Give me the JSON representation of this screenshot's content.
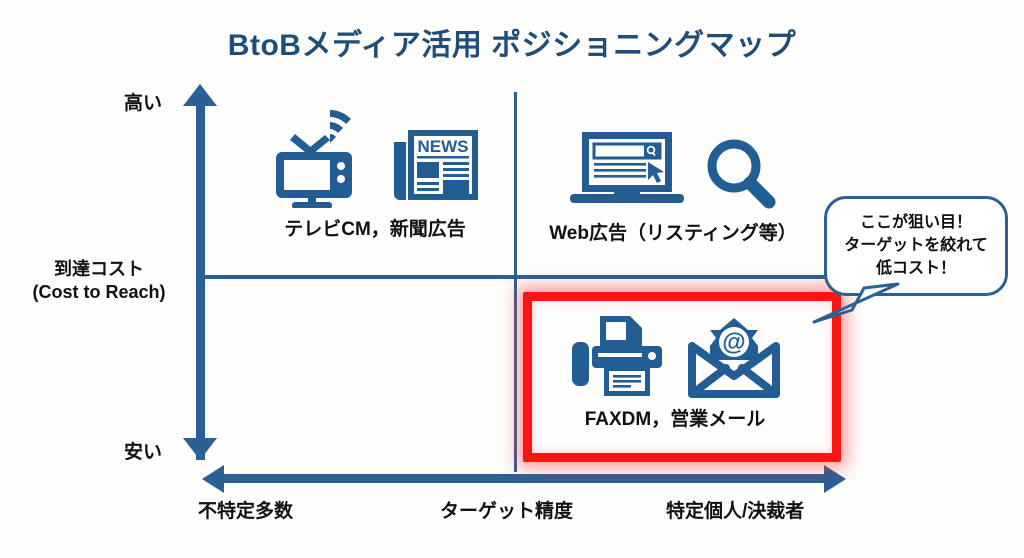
{
  "title": "BtoBメディア活用 ポジショニングマップ",
  "colors": {
    "title": "#1f4e79",
    "axis": "#2a6096",
    "icon": "#225d94",
    "highlight": "#ff1313",
    "background": "#fdfdfc",
    "text": "#111111"
  },
  "axes": {
    "y": {
      "caption_jp": "到達コスト",
      "caption_en": "(Cost to Reach)",
      "high_label": "高い",
      "low_label": "安い",
      "direction": "double-headed-vertical"
    },
    "x": {
      "caption": "ターゲット精度",
      "left_label": "不特定多数",
      "right_label": "特定個人/決裁者",
      "direction": "double-headed-horizontal"
    }
  },
  "quadrants": [
    {
      "id": "top-left",
      "caption": "テレビCM，新聞広告",
      "icons": [
        "television-icon",
        "newspaper-icon"
      ],
      "newspaper_masthead": "NEWS",
      "highlighted": false
    },
    {
      "id": "top-right",
      "caption": "Web広告（リスティング等）",
      "icons": [
        "laptop-search-icon",
        "magnifier-icon"
      ],
      "highlighted": false
    },
    {
      "id": "bottom-right",
      "caption": "FAXDM，営業メール",
      "icons": [
        "fax-printer-icon",
        "envelope-at-icon"
      ],
      "highlighted": true
    }
  ],
  "callout": {
    "lines": [
      "ここが狙い目！",
      "ターゲットを絞れて",
      "低コスト！"
    ],
    "points_to": "bottom-right"
  }
}
